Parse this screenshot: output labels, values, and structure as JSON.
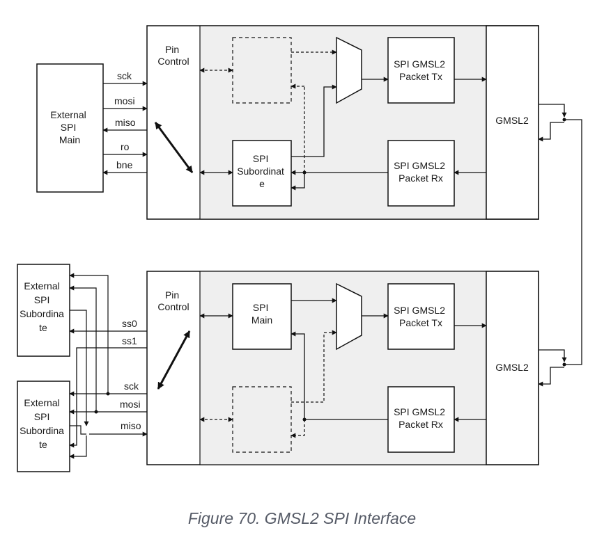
{
  "caption": "Figure 70. GMSL2 SPI Interface",
  "colors": {
    "line": "#111111",
    "shaded": "#efefef",
    "caption": "#555a66"
  },
  "top": {
    "external_main": [
      "External",
      "SPI",
      "Main"
    ],
    "signals": [
      "sck",
      "mosi",
      "miso",
      "ro",
      "bne"
    ],
    "pin_control": [
      "Pin",
      "Control"
    ],
    "subordinate": [
      "SPI",
      "Subordinat",
      "e"
    ],
    "packet_tx": [
      "SPI GMSL2",
      "Packet Tx"
    ],
    "packet_rx": [
      "SPI GMSL2",
      "Packet Rx"
    ],
    "gmsl2": "GMSL2"
  },
  "bottom": {
    "external_sub_1": [
      "External",
      "SPI",
      "Subordina",
      "te"
    ],
    "external_sub_2": [
      "External",
      "SPI",
      "Subordina",
      "te"
    ],
    "signals": [
      "ss0",
      "ss1",
      "sck",
      "mosi",
      "miso"
    ],
    "pin_control": [
      "Pin",
      "Control"
    ],
    "main": [
      "SPI",
      "Main"
    ],
    "packet_tx": [
      "SPI GMSL2",
      "Packet Tx"
    ],
    "packet_rx": [
      "SPI GMSL2",
      "Packet Rx"
    ],
    "gmsl2": "GMSL2"
  }
}
